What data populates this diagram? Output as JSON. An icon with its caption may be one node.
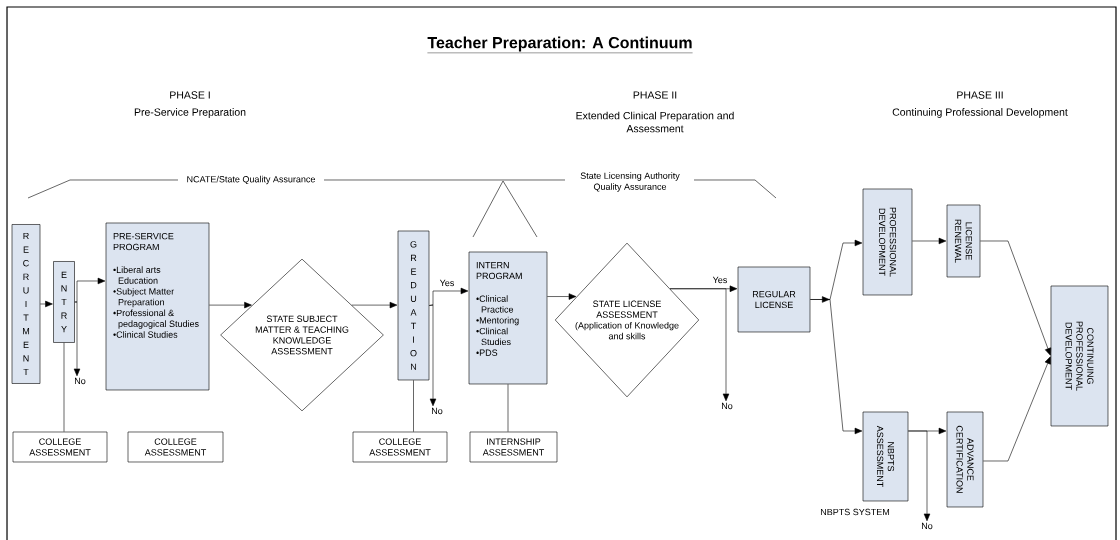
{
  "diagram": {
    "title": "Teacher Preparation: A Continuum",
    "nodes": [
      {
        "text": [
          "RECRUITMENT"
        ]
      },
      {
        "text": [
          "ENTRY"
        ]
      },
      {
        "text": [
          "PRE-SERVICE PROGRAM",
          "•Liberal arts Education",
          "•Subject Matter Preparation",
          "•Professional & pedagogical Studies",
          "•Clinical Studies"
        ]
      },
      {
        "text": [
          "STATE SUBJECT MATTER & TEACHING KNOWLEDGE ASSESSMENT"
        ]
      },
      {
        "text": [
          "No"
        ]
      },
      {
        "text": [
          "GREDUATION"
        ]
      },
      {
        "text": [
          "No"
        ]
      },
      {
        "text": [
          "INTERN PROGRAM",
          "•Clinical Practice",
          "•Mentoring",
          "•Clinical Studies",
          "•PDS"
        ]
      },
      {
        "text": [
          "STATE LICENSE ASSESSMENT",
          "(Application of Knowledge and skills"
        ]
      },
      {
        "text": [
          "No"
        ]
      },
      {
        "text": [
          "REGULAR LICENSE"
        ]
      },
      {
        "text": [
          "PROFESSIONAL DEVELOPMENT"
        ]
      },
      {
        "text": [
          "LICENSE RENEWAL"
        ]
      },
      {
        "text": [
          "NBPTS ASSESSMENT"
        ]
      },
      {
        "text": [
          "ADVANCE CERTIFICATION"
        ]
      },
      {
        "text": [
          "No"
        ]
      },
      {
        "text": [
          "CONTINUING PROFESSIONAL DEVELOPMENT"
        ]
      },
      {
        "text": [
          "COLLEGE ASSESSMENT"
        ]
      },
      {
        "text": [
          "COLLEGE ASSESSMENT"
        ]
      },
      {
        "text": [
          "COLLEGE ASSESSMENT"
        ]
      },
      {
        "text": [
          "INTERNSHIP ASSESSMENT"
        ]
      }
    ],
    "edges": [
      {
        "from": 0,
        "to": 1,
        "arrow": "to"
      },
      {
        "from": 1,
        "to": 2,
        "arrow": "to"
      },
      {
        "from": 1,
        "to": 4,
        "arrow": "to"
      },
      {
        "from": 1,
        "to": 17,
        "arrow": "none"
      },
      {
        "from": 2,
        "to": 3,
        "arrow": "to"
      },
      {
        "from": 3,
        "to": 5,
        "arrow": "to"
      },
      {
        "from": 5,
        "to": 7,
        "arrow": "to",
        "label": "Yes"
      },
      {
        "from": 5,
        "to": 6,
        "arrow": "to"
      },
      {
        "from": 5,
        "to": 19,
        "arrow": "none"
      },
      {
        "from": 7,
        "to": 8,
        "arrow": "to"
      },
      {
        "from": 7,
        "to": 20,
        "arrow": "none"
      },
      {
        "from": 8,
        "to": 10,
        "arrow": "to",
        "label": "Yes"
      },
      {
        "from": 8,
        "to": 9,
        "arrow": "to"
      },
      {
        "from": 10,
        "to": 11,
        "arrow": "to"
      },
      {
        "from": 10,
        "to": 13,
        "arrow": "to"
      },
      {
        "from": 11,
        "to": 12,
        "arrow": "to"
      },
      {
        "from": 13,
        "to": 14,
        "arrow": "to"
      },
      {
        "from": 13,
        "to": 15,
        "arrow": "to"
      },
      {
        "from": 12,
        "to": 16,
        "arrow": "to"
      },
      {
        "from": 14,
        "to": 16,
        "arrow": "to"
      }
    ],
    "labels": [
      "PHASE I",
      "Pre-Service Preparation",
      "PHASE II",
      "Extended Clinical Preparation and Assessment",
      "PHASE III",
      "Continuing Professional Development",
      "NCATE/State Quality Assurance",
      "State Licensing Authority Quality Assurance",
      "NBPTS SYSTEM"
    ]
  }
}
